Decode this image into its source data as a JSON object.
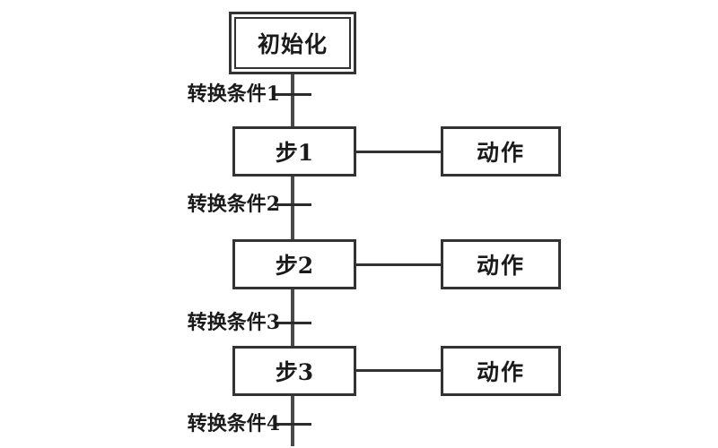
{
  "diagram": {
    "type": "sfc-flowchart",
    "initial_step": {
      "label": "初始化"
    },
    "transitions": [
      {
        "label": "转换条件1"
      },
      {
        "label": "转换条件2"
      },
      {
        "label": "转换条件3"
      },
      {
        "label": "转换条件4"
      }
    ],
    "steps": [
      {
        "label": "步1",
        "action_label": "动作"
      },
      {
        "label": "步2",
        "action_label": "动作"
      },
      {
        "label": "步3",
        "action_label": "动作"
      }
    ],
    "colors": {
      "background": "#ffffff",
      "stroke": "#333333",
      "text": "#1a1a1a"
    }
  }
}
